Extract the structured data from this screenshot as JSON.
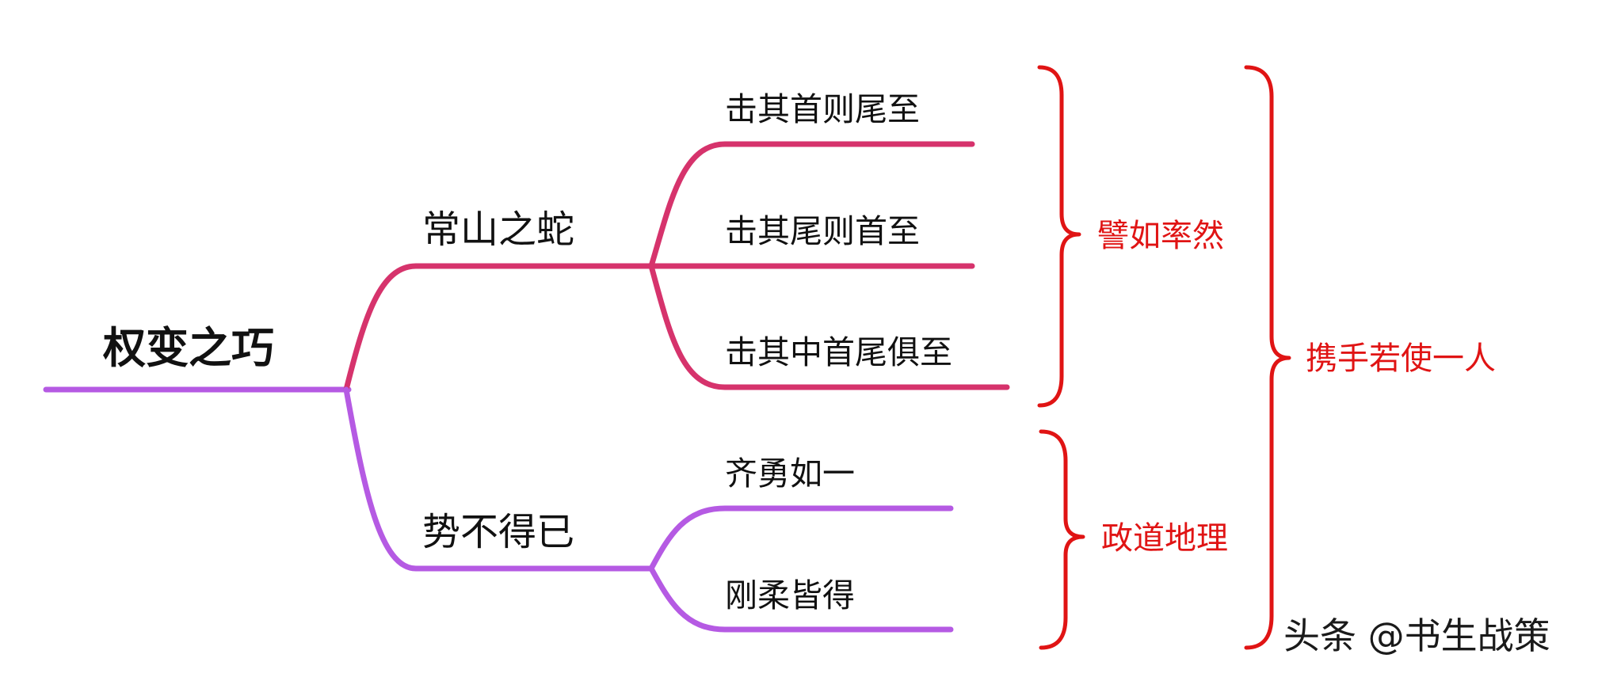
{
  "root": {
    "label": "权变之巧"
  },
  "branches": [
    {
      "label": "常山之蛇",
      "children": [
        "击其首则尾至",
        "击其尾则首至",
        "击其中首尾俱至"
      ]
    },
    {
      "label": "势不得已",
      "children": [
        "齐勇如一",
        "刚柔皆得"
      ]
    }
  ],
  "groups": [
    {
      "label": "譬如率然"
    },
    {
      "label": "政道地理"
    },
    {
      "label": "携手若使一人"
    }
  ],
  "watermark": "头条 @书生战策",
  "colors": {
    "branch_upper": "#d6336c",
    "branch_lower": "#b55ae3",
    "bracket": "#e01414"
  }
}
